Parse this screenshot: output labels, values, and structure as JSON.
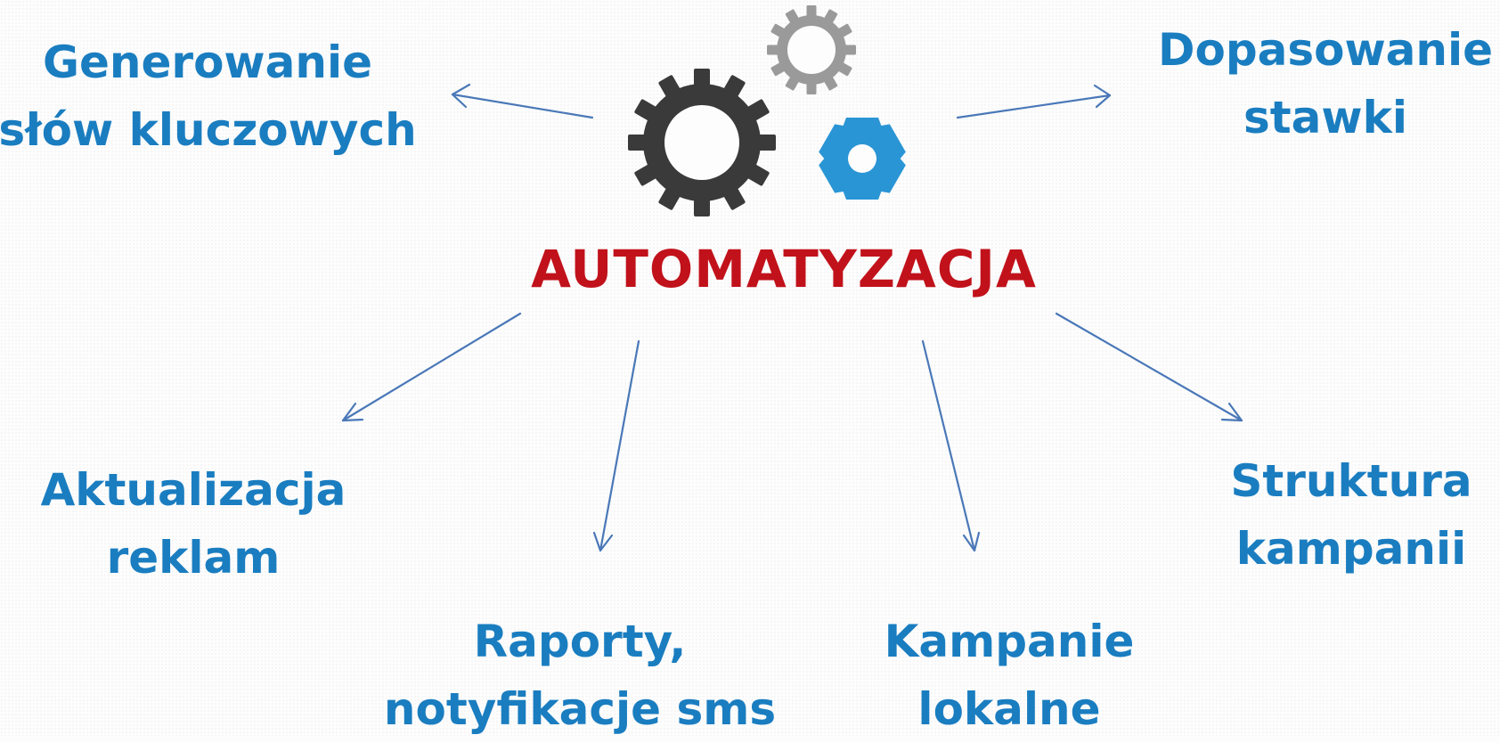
{
  "diagram": {
    "center": {
      "title": "AUTOMATYZACJA",
      "title_color": "#c1121b",
      "icon": "gears-icon",
      "gear_colors": [
        "#3a3a3a",
        "#9a9a9a",
        "#2a95d5"
      ]
    },
    "node_color": "#1a7dc0",
    "arrow_color": "#4a78b8",
    "nodes": [
      {
        "id": "generowanie",
        "line1": "Generowanie",
        "line2": "słów kluczowych"
      },
      {
        "id": "dopasowanie",
        "line1": "Dopasowanie",
        "line2": "stawki"
      },
      {
        "id": "aktualizacja",
        "line1": "Aktualizacja",
        "line2": "reklam"
      },
      {
        "id": "raporty",
        "line1": "Raporty,",
        "line2": "notyfikacje sms"
      },
      {
        "id": "kampanie",
        "line1": "Kampanie",
        "line2": "lokalne"
      },
      {
        "id": "struktura",
        "line1": "Struktura",
        "line2": "kampanii"
      }
    ]
  }
}
